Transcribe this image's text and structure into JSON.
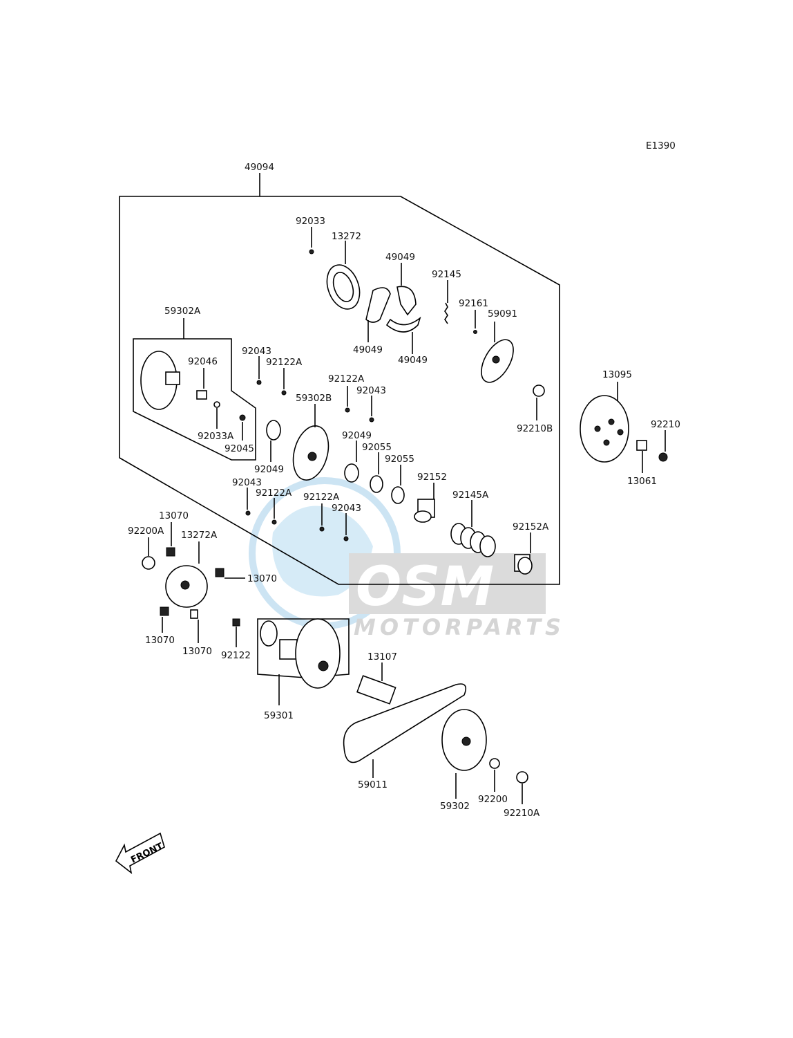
{
  "diagram_code": "E1390",
  "labels": {
    "l49094": "49094",
    "l92033": "92033",
    "l13272": "13272",
    "l49049_top": "49049",
    "l92145": "92145",
    "l92161": "92161",
    "l59091": "59091",
    "l59302A": "59302A",
    "l92043_a": "92043",
    "l92122A_a": "92122A",
    "l92046": "92046",
    "l49049_left": "49049",
    "l49049_right": "49049",
    "l92122A_b": "92122A",
    "l92043_b": "92043",
    "l59302B": "59302B",
    "l92210B": "92210B",
    "l13095": "13095",
    "l92210": "92210",
    "l92033A": "92033A",
    "l92045": "92045",
    "l92049_a": "92049",
    "l92049_b": "92049",
    "l92055_a": "92055",
    "l92055_b": "92055",
    "l92152": "92152",
    "l13061": "13061",
    "l92043_c": "92043",
    "l92122A_c": "92122A",
    "l92122A_d": "92122A",
    "l92043_d": "92043",
    "l92145A": "92145A",
    "l92152A": "92152A",
    "l13070_a": "13070",
    "l92200A": "92200A",
    "l13272A": "13272A",
    "l13070_b": "13070",
    "l13070_c": "13070",
    "l13070_d": "13070",
    "l92122": "92122",
    "l13107": "13107",
    "l59301": "59301",
    "l59011": "59011",
    "l59302": "59302",
    "l92200": "92200",
    "l92210A": "92210A"
  },
  "front_label": "FRONT",
  "watermark": {
    "brand": "OSM",
    "subtitle": "MOTORPARTS"
  }
}
